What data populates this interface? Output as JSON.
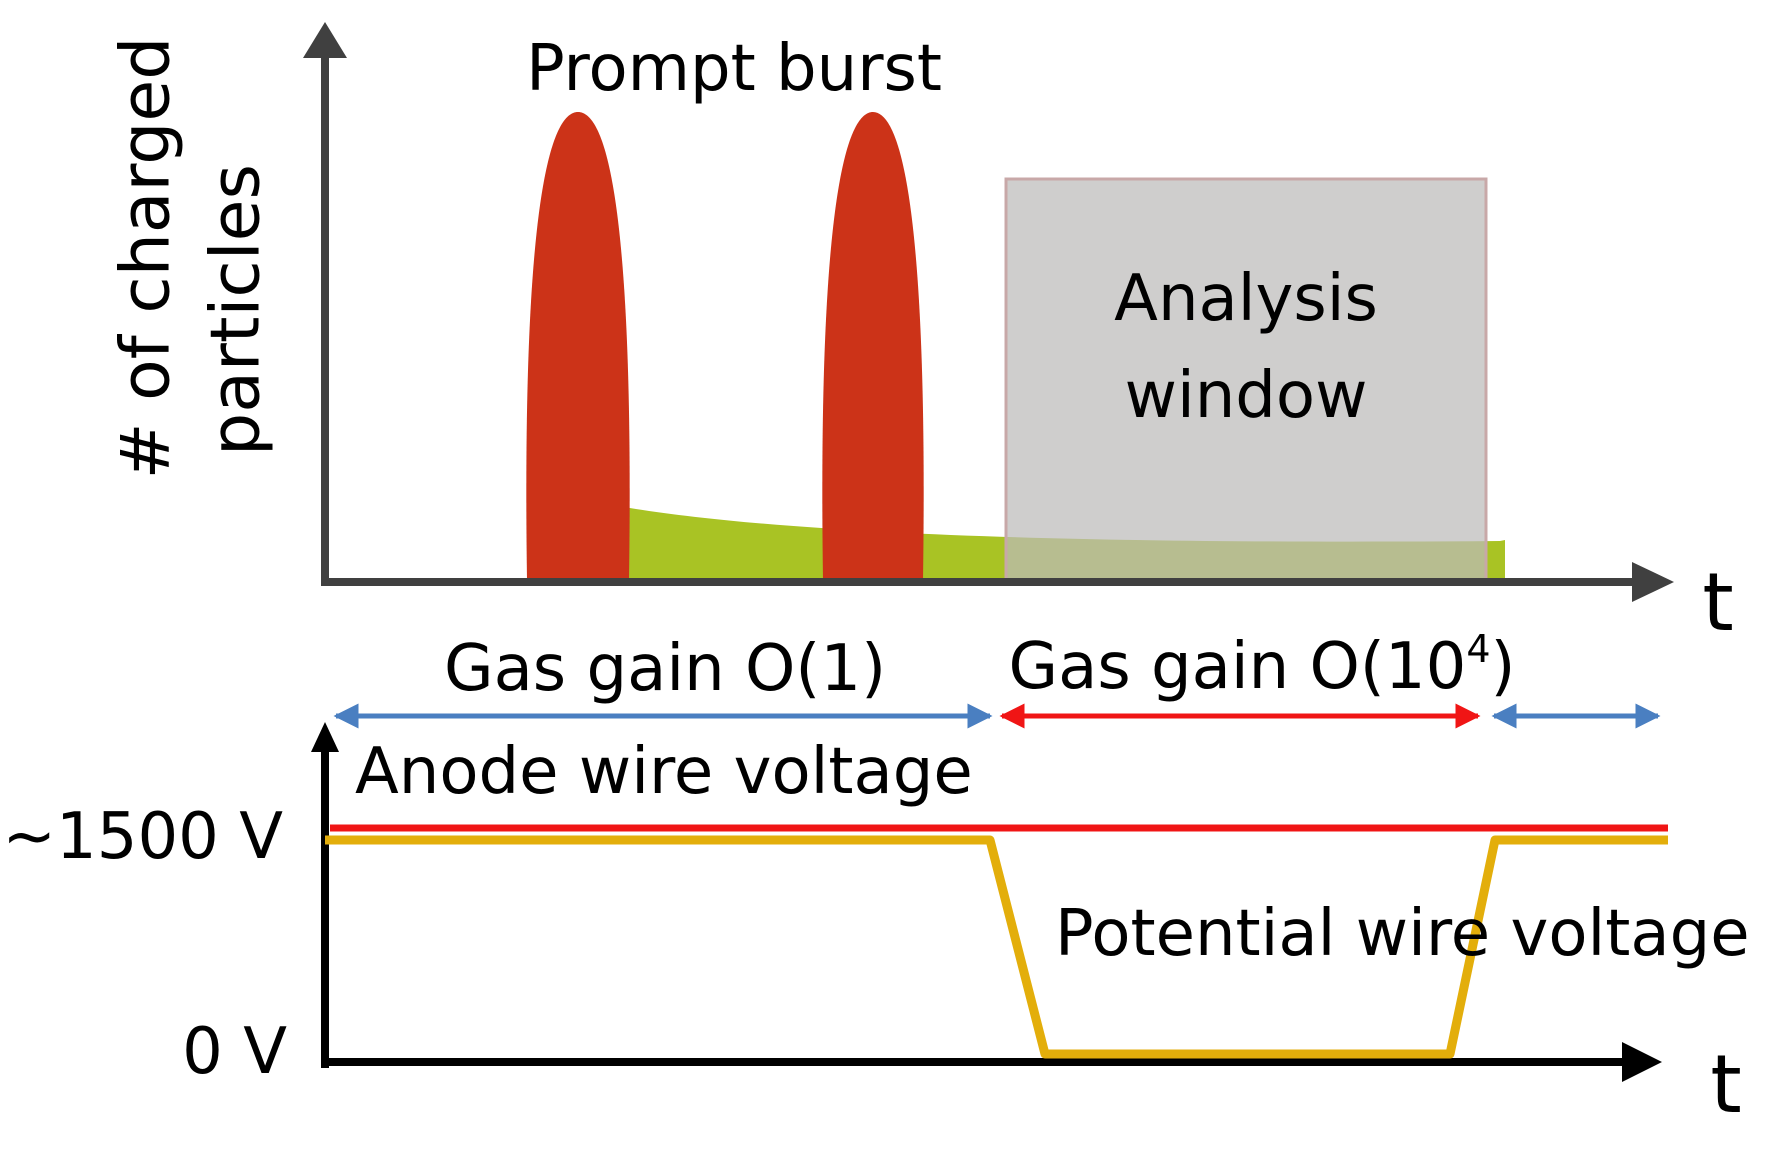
{
  "colors": {
    "axis_top": "#404040",
    "axis_bottom": "#000000",
    "burst": "#cc3318",
    "decay": "#a9c324",
    "window_fill": "#bdbbba",
    "window_stroke": "#c8a8a8",
    "low_gain_arrow": "#4a7fc1",
    "high_gain_arrow": "#f01515",
    "anode": "#f01515",
    "potential": "#e3ae0b"
  },
  "top_panel": {
    "ylabel_line1": "# of charged",
    "ylabel_line2": "particles",
    "xlabel": "t",
    "burst_label": "Prompt burst",
    "window_label_line1": "Analysis",
    "window_label_line2": "window"
  },
  "gain": {
    "low_text": "Gas gain O(1)",
    "high_text_prefix": "Gas gain O(10",
    "high_text_exp": "4",
    "high_text_suffix": ")"
  },
  "bottom_panel": {
    "anode_label": "Anode wire voltage",
    "potential_label": "Potential wire voltage",
    "y_high_label": "~1500 V",
    "y_low_label": "0 V",
    "xlabel": "t"
  }
}
